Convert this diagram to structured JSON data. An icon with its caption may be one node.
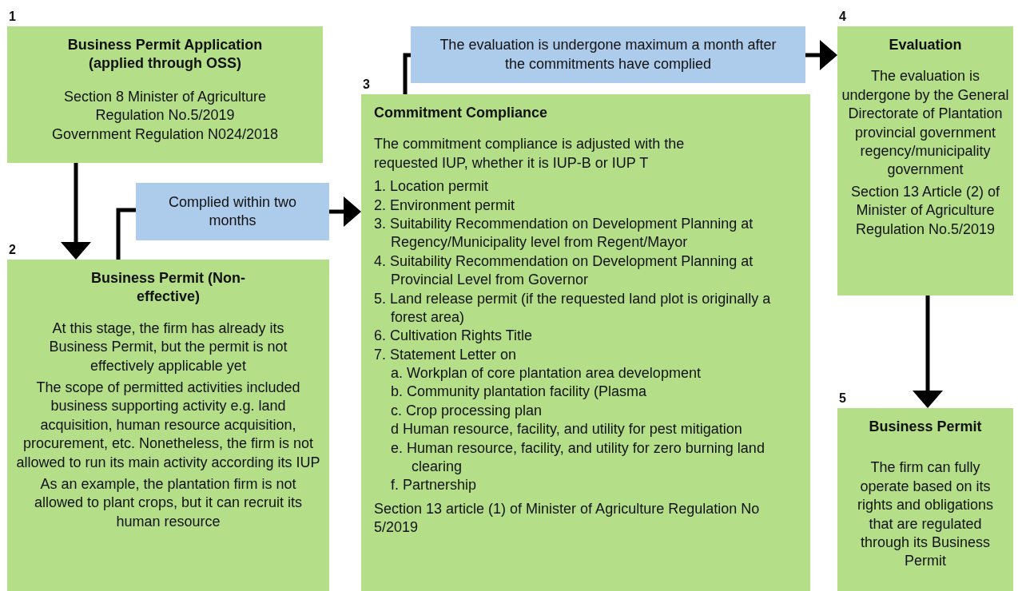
{
  "diagram": {
    "nodes": [
      {
        "text": [
          "Business Permit Application (applied through OSS)",
          "Section 8 Minister of Agriculture Regulation No.5/2019",
          "Government Regulation N024/2018"
        ],
        "beside": [
          "1"
        ]
      },
      {
        "text": [
          "Business Permit (Non-effective)",
          "At this stage, the firm has already its Business Permit, but the permit is not effectively applicable yet",
          "The scope of permitted activities included business supporting activity e.g. land acquisition, human resource acquisition, procurement, etc. Nonetheless, the firm is not allowed to run its main activity according its IUP",
          "As an example, the plantation firm is not allowed to plant crops, but it can recruit its human resource"
        ],
        "beside": [
          "2"
        ]
      },
      {
        "text": [
          "Complied within two months"
        ]
      },
      {
        "text": [
          "Commitment Compliance",
          "The commitment compliance is adjusted with the requested IUP, whether it is IUP-B or IUP T",
          "1. Location permit",
          "2. Environment permit",
          "3. Suitability Recommendation on Development Planning at Regency/Municipality level from Regent/Mayor",
          "4. Suitability Recommendation on Development Planning at Provincial Level from Governor",
          "5.  Land release permit (if the requested land plot is originally a forest area)",
          "6. Cultivation Rights Title",
          "7. Statement Letter on",
          "a. Workplan of core plantation area development",
          "b. Community plantation facility (Plasma",
          "c. Crop processing plan",
          "d  Human resource, facility, and utility for pest mitigation",
          "e. Human resource, facility, and utility for zero burning land clearing",
          "f. Partnership",
          "Section 13 article (1) of Minister of Agriculture Regulation No 5/2019"
        ],
        "beside": [
          "3"
        ]
      },
      {
        "text": [
          "The evaluation is undergone maximum a month after the commitments have complied"
        ]
      },
      {
        "text": [
          "Evaluation",
          "The evaluation is undergone by the General Directorate of Plantation provincial government regency/municipality government",
          "Section 13 Article (2) of Minister of Agriculture Regulation No.5/2019"
        ],
        "beside": [
          "4"
        ]
      },
      {
        "text": [
          "Business Permit",
          "The firm can fully operate based on its rights and obligations that are regulated through its Business Permit"
        ],
        "beside": [
          "5"
        ]
      }
    ],
    "edges": [
      {
        "from": 0,
        "to": 1,
        "arrow": "to"
      },
      {
        "from": 1,
        "to": 2,
        "arrow": "none"
      },
      {
        "from": 2,
        "to": 3,
        "arrow": "to"
      },
      {
        "from": 3,
        "to": 4,
        "arrow": "none"
      },
      {
        "from": 4,
        "to": 5,
        "arrow": "to"
      },
      {
        "from": 5,
        "to": 6,
        "arrow": "to"
      }
    ]
  }
}
